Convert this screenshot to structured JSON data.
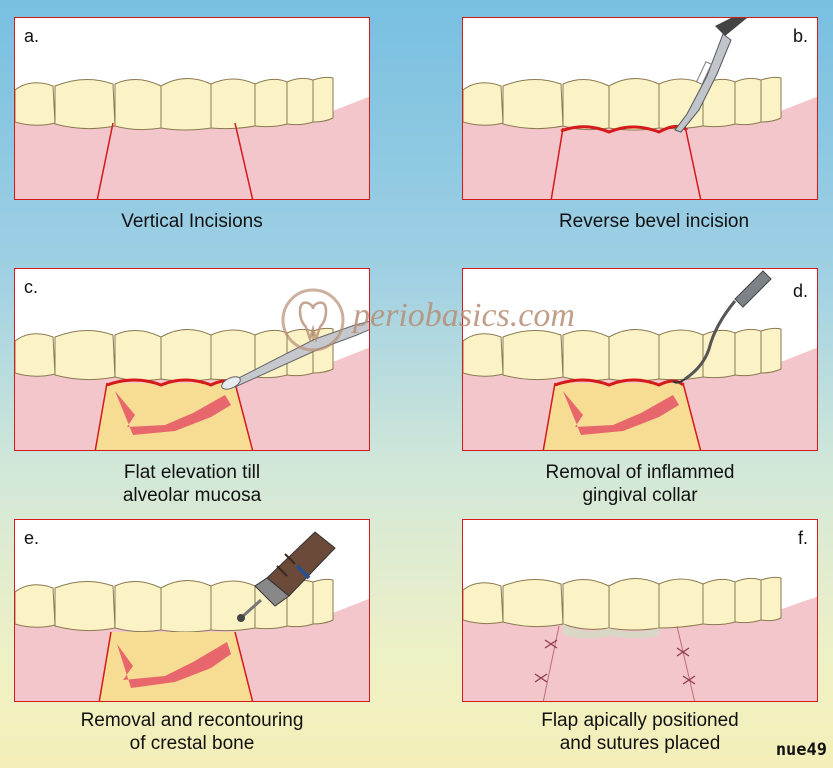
{
  "panels": [
    {
      "label": "a.",
      "caption_lines": [
        "Vertical Incisions"
      ]
    },
    {
      "label": "b.",
      "caption_lines": [
        "Reverse bevel incision"
      ]
    },
    {
      "label": "c.",
      "caption_lines": [
        "Flat elevation till",
        "alveolar mucosa"
      ]
    },
    {
      "label": "d.",
      "caption_lines": [
        "Removal of inflammed",
        "gingival collar"
      ]
    },
    {
      "label": "e.",
      "caption_lines": [
        "Removal and recontouring",
        "of crestal bone"
      ]
    },
    {
      "label": "f.",
      "caption_lines": [
        "Flap  apically positioned",
        "and sutures placed"
      ]
    }
  ],
  "watermark": "periobasics.com",
  "signature": "nue49",
  "colors": {
    "gum": "#f3c6cc",
    "tooth": "#fbf2c6",
    "incision": "#d41a1a",
    "bone": "#f7dc94",
    "flesh": "#e8676c"
  }
}
